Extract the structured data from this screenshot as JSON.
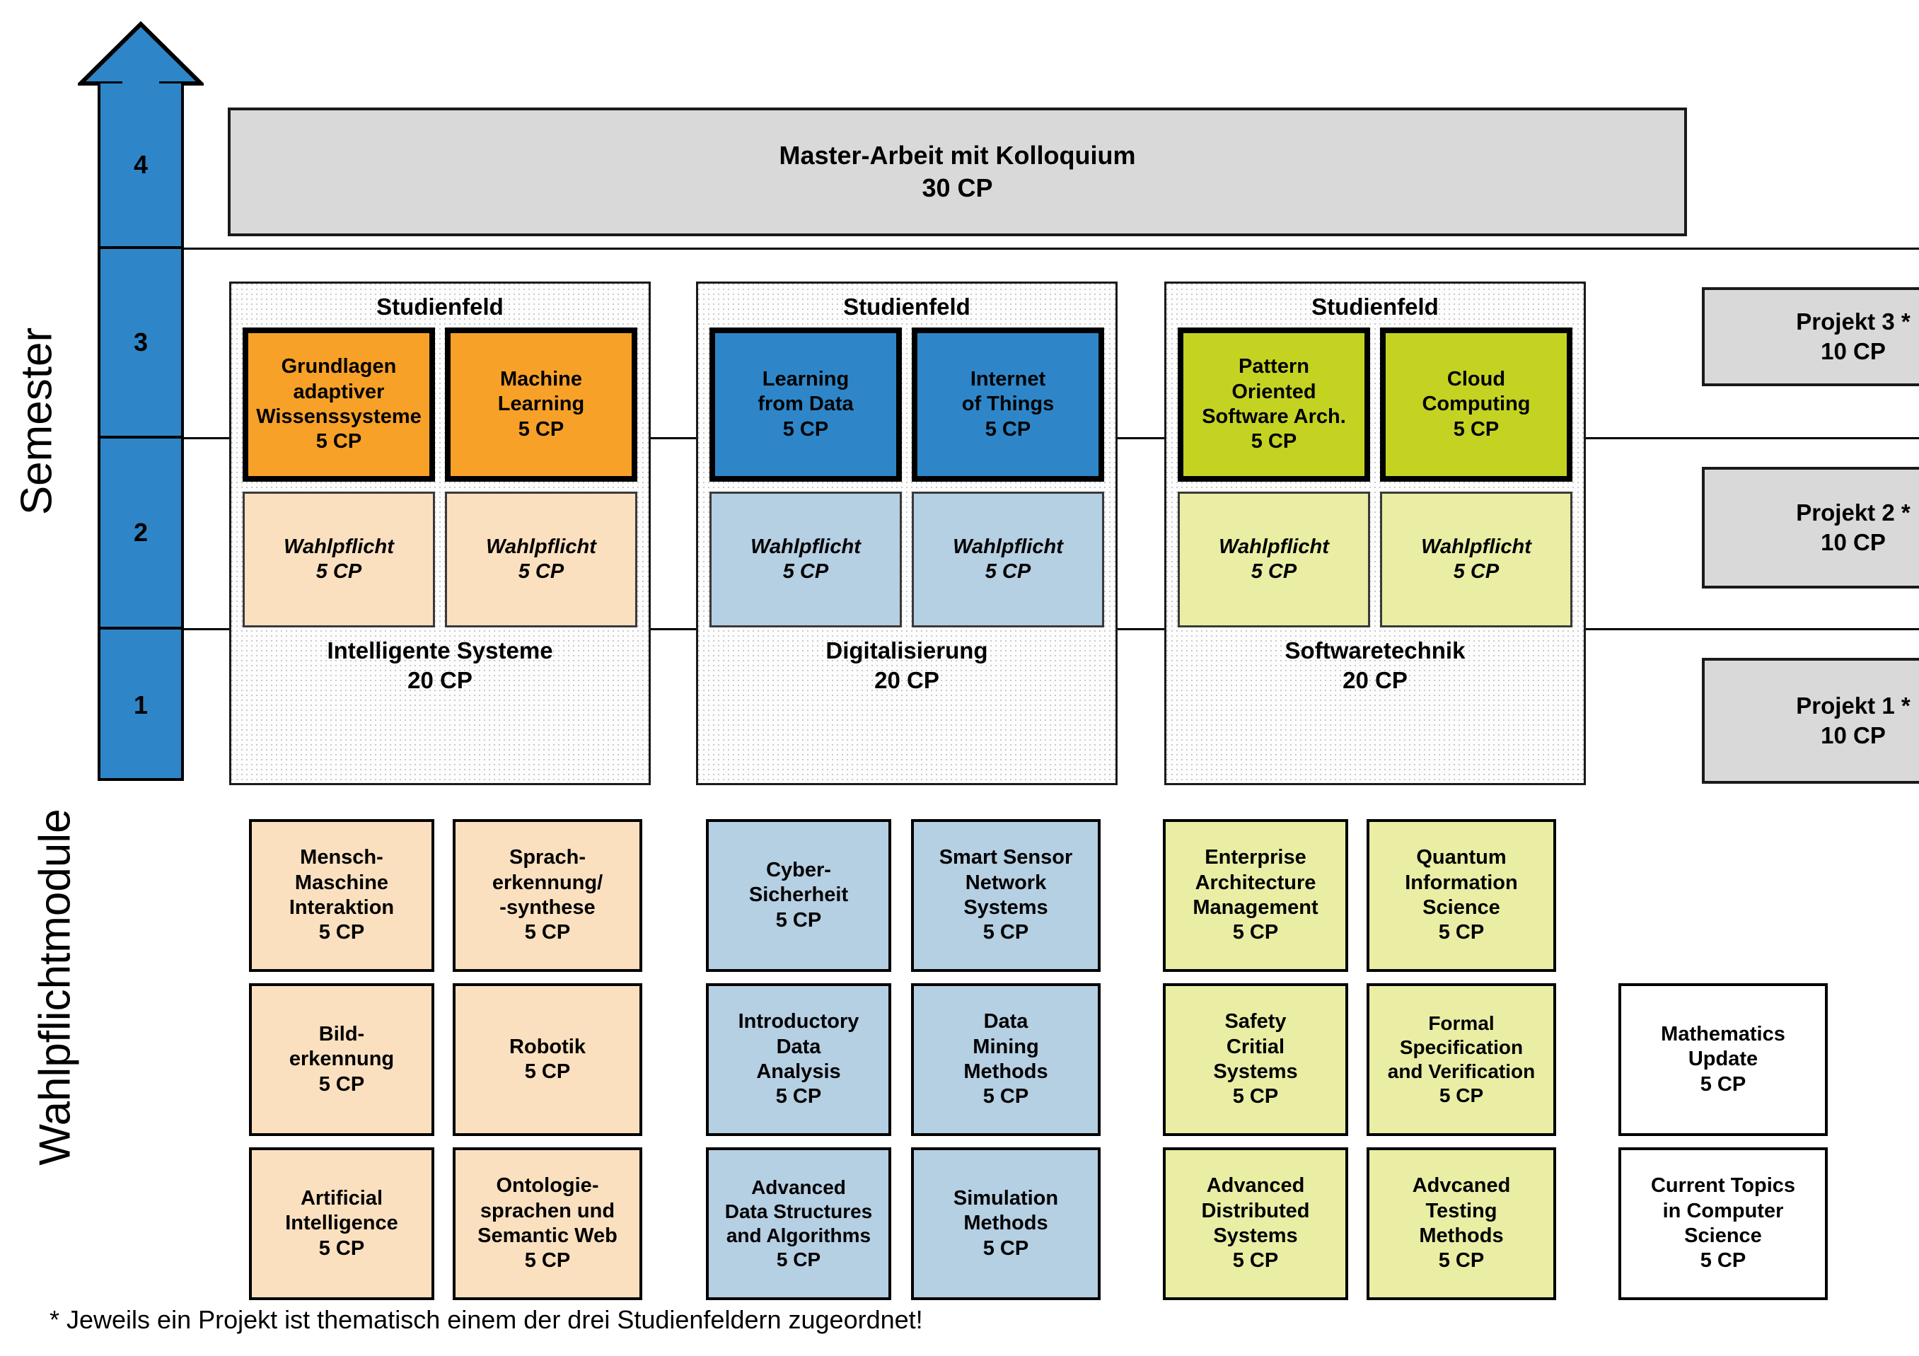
{
  "axis": {
    "semester_label": "Semester",
    "wahlpflichtmodule_label": "Wahlpflichtmodule",
    "semesters": [
      "4",
      "3",
      "2",
      "1"
    ]
  },
  "master_thesis": {
    "title": "Master-Arbeit mit Kolloquium",
    "credits": "30 CP"
  },
  "fields": [
    {
      "header": "Studienfeld",
      "name": "Intelligente Systeme",
      "credits": "20 CP",
      "accent": "#f7a128",
      "accent_light": "#fae0bf",
      "core": [
        {
          "title": "Grundlagen\nadaptiver\nWissenssysteme",
          "credits": "5 CP"
        },
        {
          "title": "Machine\nLearning",
          "credits": "5 CP"
        }
      ],
      "electives": [
        {
          "title": "Wahlpflicht",
          "credits": "5 CP"
        },
        {
          "title": "Wahlpflicht",
          "credits": "5 CP"
        }
      ]
    },
    {
      "header": "Studienfeld",
      "name": "Digitalisierung",
      "credits": "20 CP",
      "accent": "#2e86c8",
      "accent_light": "#b5cfe3",
      "core": [
        {
          "title": "Learning\nfrom Data",
          "credits": "5 CP"
        },
        {
          "title": "Internet\nof Things",
          "credits": "5 CP"
        }
      ],
      "electives": [
        {
          "title": "Wahlpflicht",
          "credits": "5 CP"
        },
        {
          "title": "Wahlpflicht",
          "credits": "5 CP"
        }
      ]
    },
    {
      "header": "Studienfeld",
      "name": "Softwaretechnik",
      "credits": "20 CP",
      "accent": "#c4d322",
      "accent_light": "#e9eea4",
      "core": [
        {
          "title": "Pattern\nOriented\nSoftware Arch.",
          "credits": "5 CP"
        },
        {
          "title": "Cloud\nComputing",
          "credits": "5 CP"
        }
      ],
      "electives": [
        {
          "title": "Wahlpflicht",
          "credits": "5 CP"
        },
        {
          "title": "Wahlpflicht",
          "credits": "5 CP"
        }
      ]
    }
  ],
  "projects": [
    {
      "title": "Projekt 3 *",
      "credits": "10 CP"
    },
    {
      "title": "Projekt 2 *",
      "credits": "10 CP"
    },
    {
      "title": "Projekt 1 *",
      "credits": "10 CP"
    }
  ],
  "elective_modules": {
    "intelligente_systeme": [
      {
        "title": "Mensch-\nMaschine\nInteraktion",
        "credits": "5 CP"
      },
      {
        "title": "Sprach-\nerkennung/\n-synthese",
        "credits": "5 CP"
      },
      {
        "title": "Bild-\nerkennung",
        "credits": "5 CP"
      },
      {
        "title": "Robotik",
        "credits": "5 CP"
      },
      {
        "title": "Artificial\nIntelligence",
        "credits": "5 CP"
      },
      {
        "title": "Ontologie-\nsprachen und\nSemantic Web",
        "credits": "5 CP"
      }
    ],
    "digitalisierung": [
      {
        "title": "Cyber-\nSicherheit",
        "credits": "5 CP"
      },
      {
        "title": "Smart Sensor\nNetwork\nSystems",
        "credits": "5 CP"
      },
      {
        "title": "Introductory\nData\nAnalysis",
        "credits": "5 CP"
      },
      {
        "title": "Data\nMining\nMethods",
        "credits": "5 CP"
      },
      {
        "title": "Advanced\nData Structures\nand Algorithms",
        "credits": "5 CP"
      },
      {
        "title": "Simulation\nMethods",
        "credits": "5 CP"
      }
    ],
    "softwaretechnik": [
      {
        "title": "Enterprise\nArchitecture\nManagement",
        "credits": "5 CP"
      },
      {
        "title": "Quantum\nInformation\nScience",
        "credits": "5 CP"
      },
      {
        "title": "Safety\nCritial\nSystems",
        "credits": "5 CP"
      },
      {
        "title": "Formal\nSpecification\nand Verification",
        "credits": "5 CP"
      },
      {
        "title": "Advanced\nDistributed\nSystems",
        "credits": "5 CP"
      },
      {
        "title": "Advcaned\nTesting\nMethods",
        "credits": "5 CP"
      }
    ],
    "general": [
      {
        "title": "Mathematics\nUpdate",
        "credits": "5 CP"
      },
      {
        "title": "Current Topics\nin Computer\nScience",
        "credits": "5 CP"
      }
    ]
  },
  "footnote": "* Jeweils ein Projekt ist thematisch einem der drei Studienfeldern zugeordnet!",
  "colors": {
    "arrow": "#2e86c8",
    "grey_box": "#d9d9d9",
    "orange": "#f7a128",
    "orange_light": "#fae0bf",
    "blue": "#2e86c8",
    "blue_light": "#b5cfe3",
    "olive": "#c4d322",
    "olive_light": "#e9eea4",
    "outline": "#000000"
  }
}
